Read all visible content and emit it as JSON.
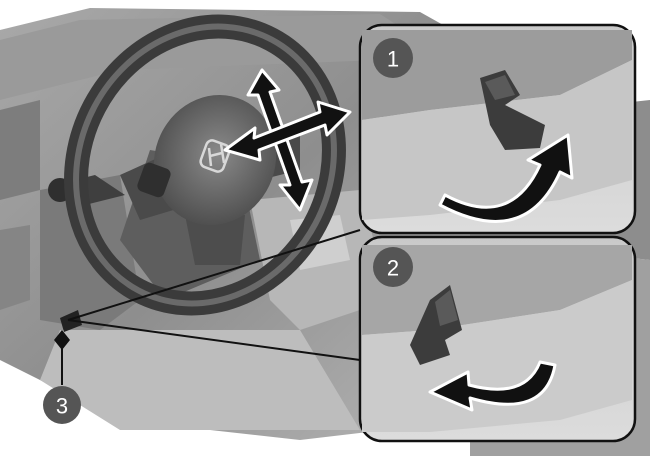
{
  "callouts": [
    {
      "id": "callout-1",
      "label": "1"
    },
    {
      "id": "callout-2",
      "label": "2"
    },
    {
      "id": "callout-3",
      "label": "3"
    }
  ],
  "colors": {
    "cabin_dark": "#6e6e6e",
    "cabin_mid": "#8c8c8c",
    "cabin_light": "#bdbdbd",
    "panel_bg": "#d6d6d6",
    "panel_border": "#111111",
    "arrow_fill": "#1a1a1a",
    "badge": "#555555"
  },
  "icons": {
    "adjust_arrows": "four-way-arrows-icon",
    "lever_up_arrow": "curved-arrow-up-icon",
    "lever_down_arrow": "curved-arrow-down-icon",
    "logo": "steering-wheel-logo-icon"
  }
}
